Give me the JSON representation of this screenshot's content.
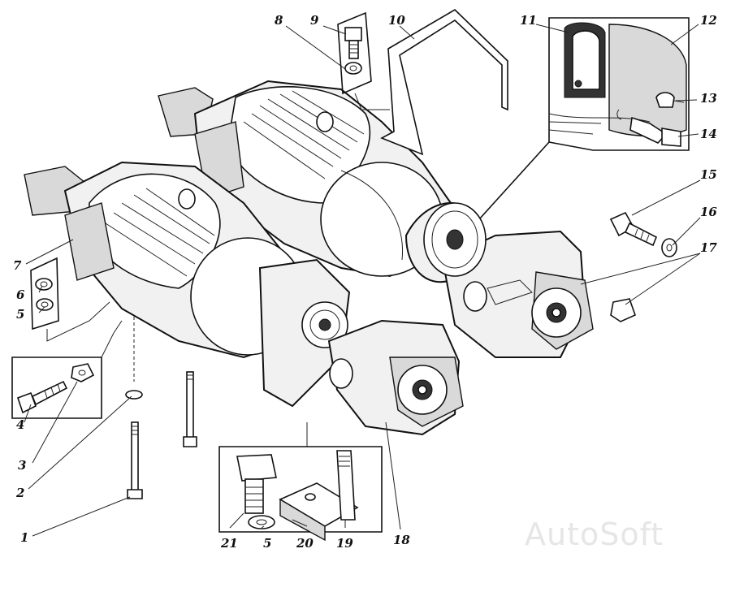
{
  "watermark": "AutoSoft",
  "callouts": {
    "c1": "1",
    "c2": "2",
    "c3": "3",
    "c4": "4",
    "c5a": "5",
    "c5b": "5",
    "c6": "6",
    "c7": "7",
    "c8": "8",
    "c9": "9",
    "c10": "10",
    "c11": "11",
    "c12": "12",
    "c13": "13",
    "c14": "14",
    "c15": "15",
    "c16": "16",
    "c17": "17",
    "c18": "18",
    "c19": "19",
    "c20": "20",
    "c21": "21"
  }
}
